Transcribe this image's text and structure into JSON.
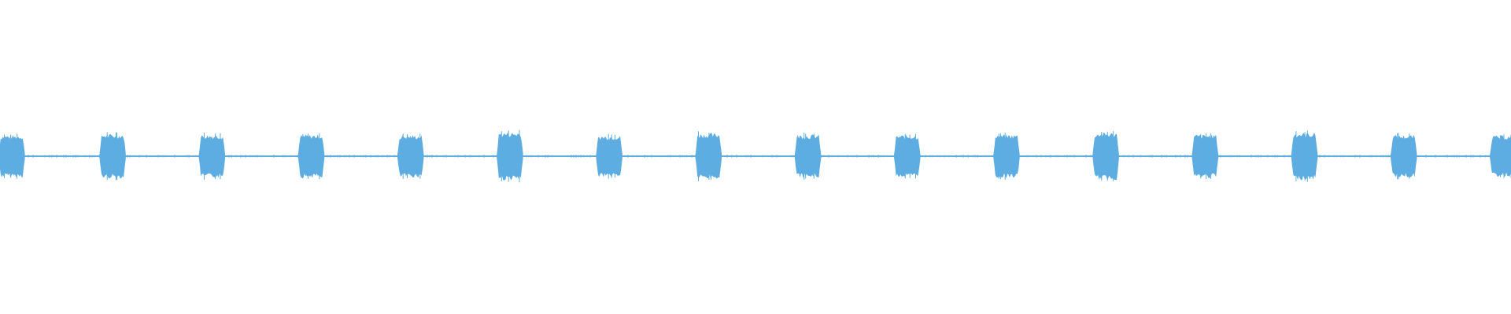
{
  "waveform": {
    "color": "#5dade2",
    "background": "#ffffff",
    "bursts": [
      {
        "peak": 0.88
      },
      {
        "peak": 0.92
      },
      {
        "peak": 0.9
      },
      {
        "peak": 0.9
      },
      {
        "peak": 0.88
      },
      {
        "peak": 1.0
      },
      {
        "peak": 0.86
      },
      {
        "peak": 0.95
      },
      {
        "peak": 0.9
      },
      {
        "peak": 0.88
      },
      {
        "peak": 0.9
      },
      {
        "peak": 0.98
      },
      {
        "peak": 0.9
      },
      {
        "peak": 0.98
      },
      {
        "peak": 0.88
      },
      {
        "peak": 0.86
      }
    ]
  }
}
